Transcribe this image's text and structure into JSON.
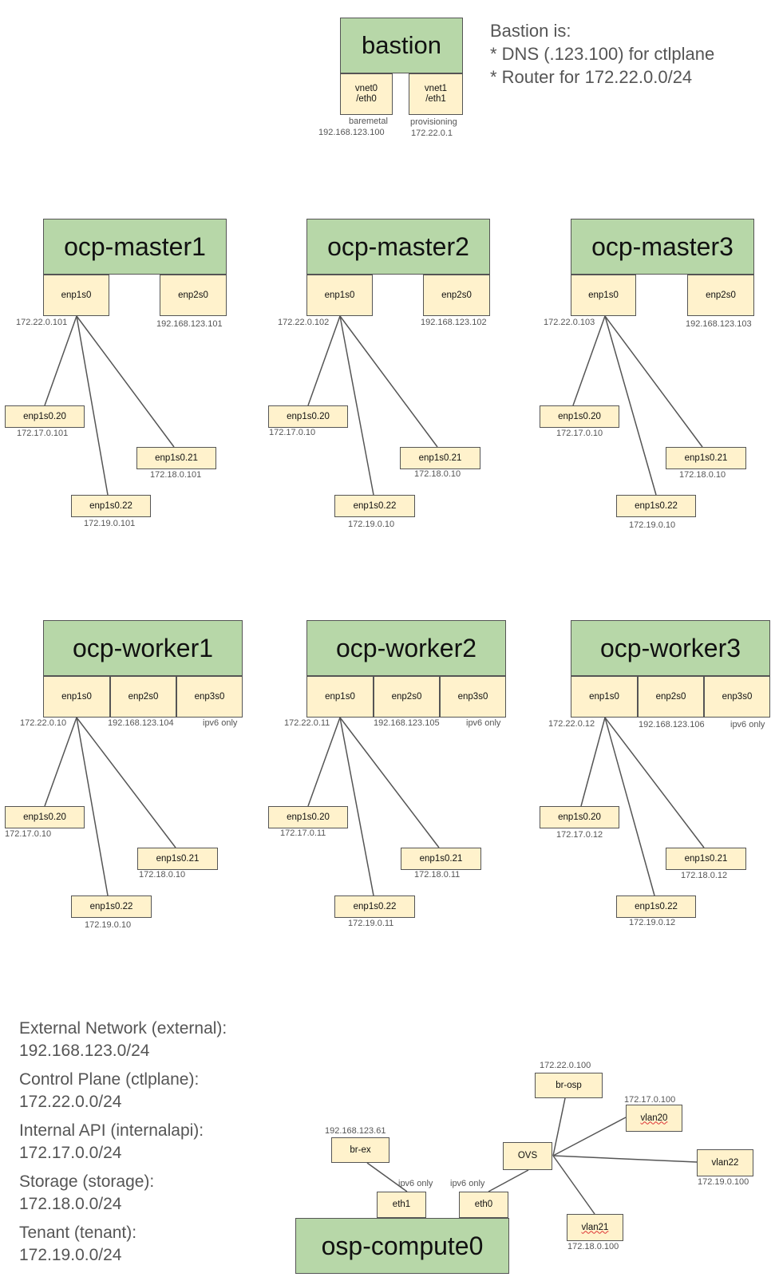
{
  "bastion": {
    "name": "bastion",
    "if0": {
      "name": "vnet0\n/eth0",
      "role": "baremetal",
      "ip": "192.168.123.100"
    },
    "if1": {
      "name": "vnet1\n/eth1",
      "role": "provisioning",
      "ip": "172.22.0.1"
    },
    "note": [
      "Bastion is:",
      "* DNS (.123.100) for ctlplane",
      "* Router for 172.22.0.0/24"
    ]
  },
  "masters": [
    {
      "name": "ocp-master1",
      "enp1s0": "enp1s0",
      "enp1s0_ip": "172.22.0.101",
      "enp2s0": "enp2s0",
      "enp2s0_ip": "192.168.123.101",
      "v20": "enp1s0.20",
      "v20_ip": "172.17.0.101",
      "v21": "enp1s0.21",
      "v21_ip": "172.18.0.101",
      "v22": "enp1s0.22",
      "v22_ip": "172.19.0.101"
    },
    {
      "name": "ocp-master2",
      "enp1s0": "enp1s0",
      "enp1s0_ip": "172.22.0.102",
      "enp2s0": "enp2s0",
      "enp2s0_ip": "192.168.123.102",
      "v20": "enp1s0.20",
      "v20_ip": "172.17.0.10",
      "v21": "enp1s0.21",
      "v21_ip": "172.18.0.10",
      "v22": "enp1s0.22",
      "v22_ip": "172.19.0.10"
    },
    {
      "name": "ocp-master3",
      "enp1s0": "enp1s0",
      "enp1s0_ip": "172.22.0.103",
      "enp2s0": "enp2s0",
      "enp2s0_ip": "192.168.123.103",
      "v20": "enp1s0.20",
      "v20_ip": "172.17.0.10",
      "v21": "enp1s0.21",
      "v21_ip": "172.18.0.10",
      "v22": "enp1s0.22",
      "v22_ip": "172.19.0.10"
    }
  ],
  "workers": [
    {
      "name": "ocp-worker1",
      "enp1s0": "enp1s0",
      "enp1s0_ip": "172.22.0.10",
      "enp2s0": "enp2s0",
      "enp2s0_ip": "192.168.123.104",
      "enp3s0": "enp3s0",
      "enp3s0_ip": "ipv6 only",
      "v20": "enp1s0.20",
      "v20_ip": "172.17.0.10",
      "v21": "enp1s0.21",
      "v21_ip": "172.18.0.10",
      "v22": "enp1s0.22",
      "v22_ip": "172.19.0.10"
    },
    {
      "name": "ocp-worker2",
      "enp1s0": "enp1s0",
      "enp1s0_ip": "172.22.0.11",
      "enp2s0": "enp2s0",
      "enp2s0_ip": "192.168.123.105",
      "enp3s0": "enp3s0",
      "enp3s0_ip": "ipv6 only",
      "v20": "enp1s0.20",
      "v20_ip": "172.17.0.11",
      "v21": "enp1s0.21",
      "v21_ip": "172.18.0.11",
      "v22": "enp1s0.22",
      "v22_ip": "172.19.0.11"
    },
    {
      "name": "ocp-worker3",
      "enp1s0": "enp1s0",
      "enp1s0_ip": "172.22.0.12",
      "enp2s0": "enp2s0",
      "enp2s0_ip": "192.168.123.106",
      "enp3s0": "enp3s0",
      "enp3s0_ip": "ipv6 only",
      "v20": "enp1s0.20",
      "v20_ip": "172.17.0.12",
      "v21": "enp1s0.21",
      "v21_ip": "172.18.0.12",
      "v22": "enp1s0.22",
      "v22_ip": "172.19.0.12"
    }
  ],
  "legend": [
    {
      "name": "External Network (external):",
      "cidr": "192.168.123.0/24"
    },
    {
      "name": "Control Plane (ctlplane):",
      "cidr": "172.22.0.0/24"
    },
    {
      "name": "Internal API (internalapi):",
      "cidr": "172.17.0.0/24"
    },
    {
      "name": "Storage (storage):",
      "cidr": "172.18.0.0/24"
    },
    {
      "name": "Tenant (tenant):",
      "cidr": "172.19.0.0/24"
    }
  ],
  "compute": {
    "name": "osp-compute0",
    "eth1": "eth1",
    "eth1_ip": "ipv6 only",
    "eth0": "eth0",
    "eth0_ip": "ipv6 only",
    "br_ex": "br-ex",
    "br_ex_ip": "192.168.123.61",
    "ovs": "OVS",
    "br_osp": "br-osp",
    "br_osp_ip": "172.22.0.100",
    "vlan20": "vlan20",
    "vlan20_ip": "172.17.0.100",
    "vlan21": "vlan21",
    "vlan21_ip": "172.18.0.100",
    "vlan22": "vlan22",
    "vlan22_ip": "172.19.0.100"
  }
}
